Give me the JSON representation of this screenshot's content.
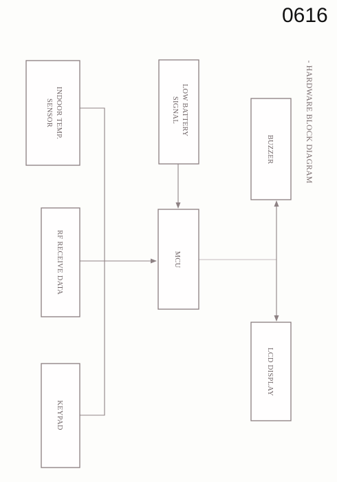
{
  "page_number": "0616",
  "diagram_title": "- HARDWARE BLOCK DIAGRAM",
  "blocks": {
    "indoor_temp_sensor": {
      "line1": "INDOOR TEMP.",
      "line2": "SENSOR"
    },
    "rf_receive_data": "RF RECEIVE DATA",
    "keypad": "KEYPAD",
    "low_battery_signal": {
      "line1": "LOW BATTERY",
      "line2": "SIGNAL"
    },
    "mcu": "MCU",
    "buzzer": "BUZZER",
    "lcd_display": "LCD DISPLAY"
  }
}
